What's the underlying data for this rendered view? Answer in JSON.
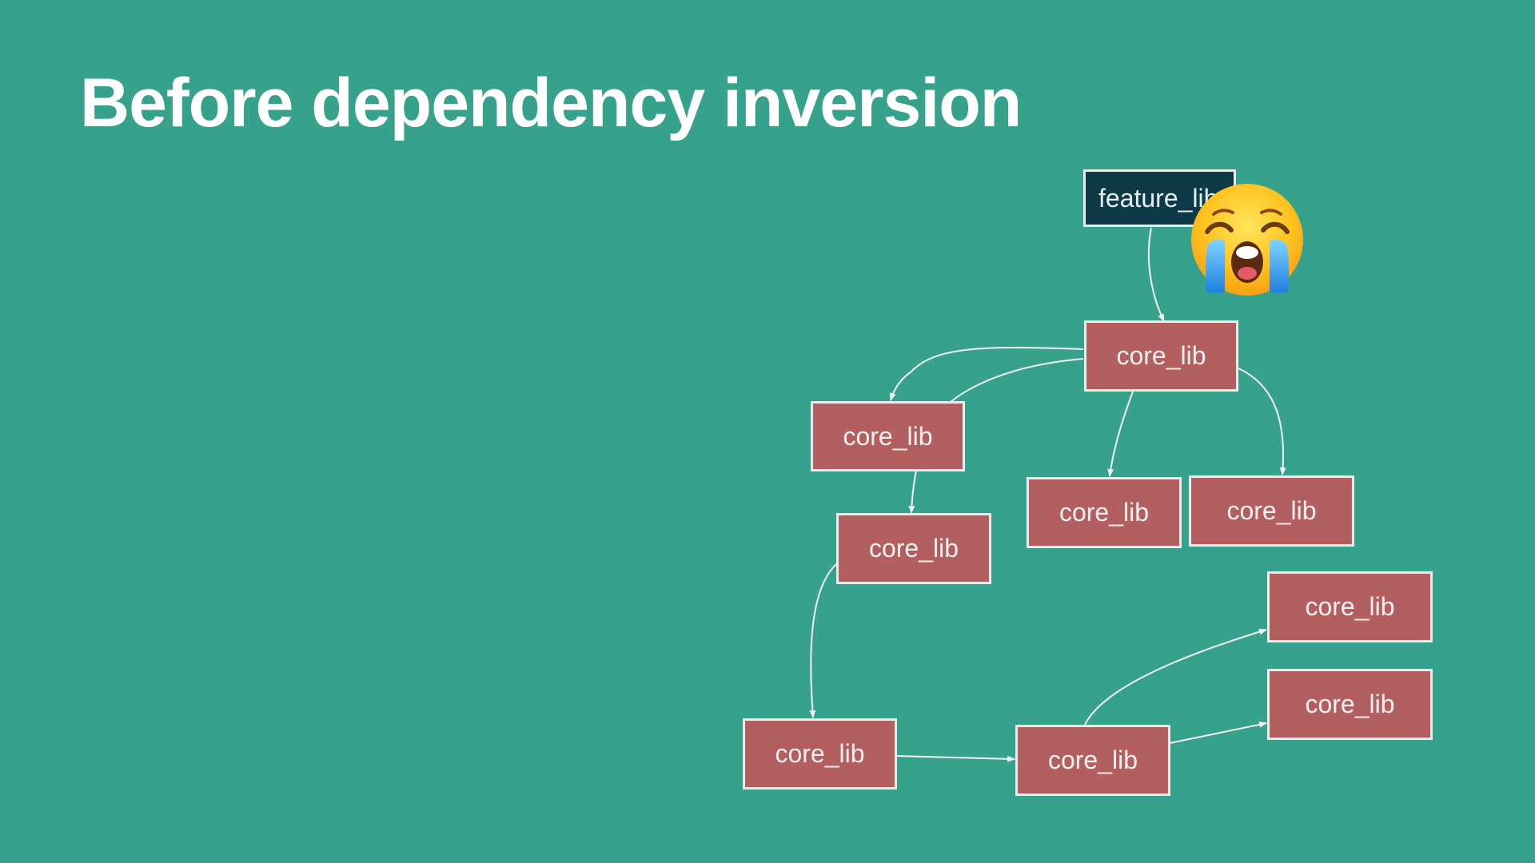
{
  "slide": {
    "title": "Before dependency inversion"
  },
  "diagram": {
    "nodes": [
      {
        "id": "feature",
        "label": "feature_lib",
        "kind": "feature"
      },
      {
        "id": "core_top",
        "label": "core_lib",
        "kind": "core"
      },
      {
        "id": "core_left",
        "label": "core_lib",
        "kind": "core"
      },
      {
        "id": "core_mid_a",
        "label": "core_lib",
        "kind": "core"
      },
      {
        "id": "core_mid_b",
        "label": "core_lib",
        "kind": "core"
      },
      {
        "id": "core_center",
        "label": "core_lib",
        "kind": "core"
      },
      {
        "id": "core_right_a",
        "label": "core_lib",
        "kind": "core"
      },
      {
        "id": "core_right_b",
        "label": "core_lib",
        "kind": "core"
      },
      {
        "id": "core_bottom_left",
        "label": "core_lib",
        "kind": "core"
      },
      {
        "id": "core_bottom_mid",
        "label": "core_lib",
        "kind": "core"
      }
    ],
    "edges": [
      {
        "from": "feature",
        "to": "core_top"
      },
      {
        "from": "core_top",
        "to": "core_left"
      },
      {
        "from": "core_top",
        "to": "core_center"
      },
      {
        "from": "core_top",
        "to": "core_mid_a"
      },
      {
        "from": "core_top",
        "to": "core_mid_b"
      },
      {
        "from": "core_center",
        "to": "core_bottom_left"
      },
      {
        "from": "core_bottom_left",
        "to": "core_bottom_mid"
      },
      {
        "from": "core_bottom_mid",
        "to": "core_right_a"
      },
      {
        "from": "core_bottom_mid",
        "to": "core_right_b"
      }
    ],
    "emoji": "loudly-crying-face"
  },
  "colors": {
    "background": "#36a28b",
    "core_fill": "#b45f5f",
    "feature_fill": "#0e3a48",
    "border": "#ececec",
    "edge": "#f2f2f2"
  }
}
